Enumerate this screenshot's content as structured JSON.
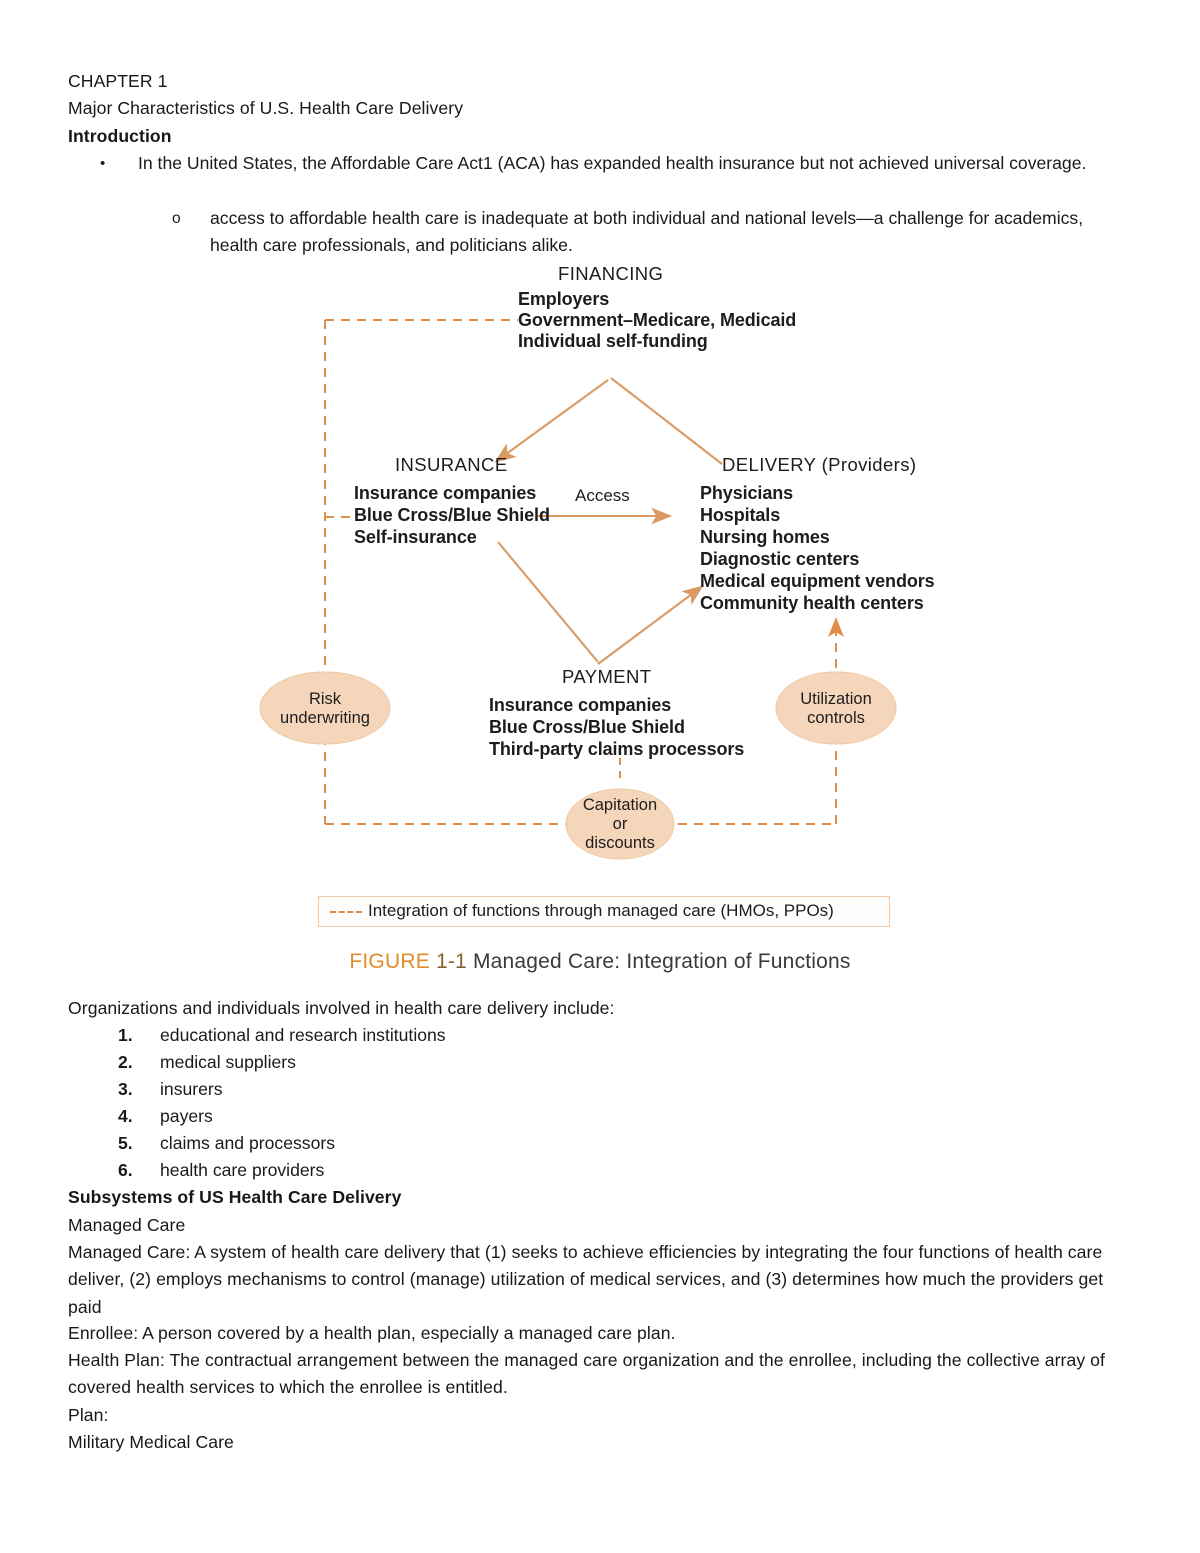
{
  "document": {
    "chapter_label": "CHAPTER 1",
    "chapter_title": "Major Characteristics of U.S. Health Care Delivery",
    "intro_heading": "Introduction",
    "bullet_1": "In the United States, the Affordable Care Act1 (ACA) has expanded health insurance but not achieved universal coverage.",
    "bullet_1_marker": "•",
    "sub_bullet_1": "access to affordable health care is inadequate at both individual and national levels—a challenge for academics, health care professionals, and politicians alike.",
    "sub_bullet_1_marker": "o",
    "orgs_lead_in": "Organizations and individuals involved in health care delivery include:",
    "orgs_list": [
      {
        "n": "1.",
        "label": "educational and research institutions"
      },
      {
        "n": "2.",
        "label": "medical suppliers"
      },
      {
        "n": "3.",
        "label": "insurers"
      },
      {
        "n": "4.",
        "label": "payers"
      },
      {
        "n": "5.",
        "label": "claims and processors"
      },
      {
        "n": "6.",
        "label": "health care providers"
      }
    ],
    "subsystems_heading": "Subsystems of US Health Care Delivery",
    "managed_care_heading": "Managed Care",
    "managed_care_def": "Managed Care: A system of health care delivery that (1) seeks to achieve efficiencies by integrating the four functions of health care deliver, (2) employs mechanisms to control (manage) utilization of medical services, and (3) determines how much the providers get paid",
    "enrollee_def": "Enrollee: A person covered by a health plan, especially a managed care plan.",
    "health_plan_def": "Health Plan: The contractual arrangement between the managed care organization and the enrollee, including the collective array of covered health services to which the enrollee is entitled.",
    "plan_label": "Plan:",
    "military_label": "Military Medical Care"
  },
  "figure": {
    "caption_figure_word": "FIGURE",
    "caption_number": "1-1",
    "caption_title": "Managed Care: Integration of Functions",
    "legend_text": "Integration of functions through managed care (HMOs, PPOs)",
    "nodes": {
      "financing": {
        "heading": "FINANCING",
        "items": [
          "Employers",
          "Government–Medicare, Medicaid",
          "Individual self-funding"
        ]
      },
      "insurance": {
        "heading": "INSURANCE",
        "items": [
          "Insurance companies",
          "Blue Cross/Blue Shield",
          "Self-insurance"
        ]
      },
      "delivery": {
        "heading": "DELIVERY (Providers)",
        "items": [
          "Physicians",
          "Hospitals",
          "Nursing homes",
          "Diagnostic centers",
          "Medical equipment vendors",
          "Community health centers"
        ]
      },
      "payment": {
        "heading": "PAYMENT",
        "items": [
          "Insurance companies",
          "Blue Cross/Blue Shield",
          "Third-party claims processors"
        ]
      }
    },
    "ovals": {
      "risk": "Risk\nunderwriting",
      "risk_line1": "Risk",
      "risk_line2": "underwriting",
      "utilization_line1": "Utilization",
      "utilization_line2": "controls",
      "capitation_line1": "Capitation",
      "capitation_line2": "or",
      "capitation_line3": "discounts"
    },
    "edge_labels": {
      "access": "Access"
    },
    "colors": {
      "arrow": "#d99a63",
      "dashed": "#dd8f4a",
      "oval_fill": "#f6d6ba",
      "oval_stroke": "#f0c9a4",
      "figure_word": "#e08c28"
    }
  }
}
